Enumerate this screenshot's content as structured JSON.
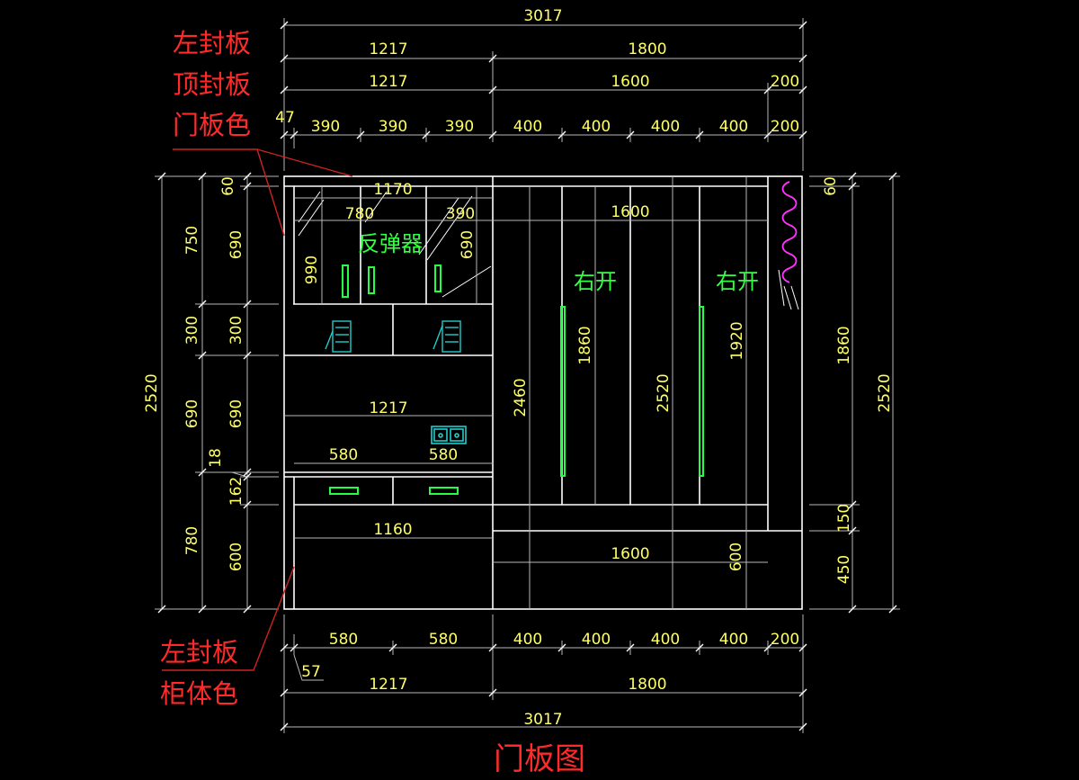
{
  "colors": {
    "background": "#000000",
    "line": "#ffffff",
    "dim_line": "#b8b8b8",
    "dim_text": "#ffff66",
    "label": "#ff2a2a",
    "note": "#33ff44",
    "handle": "#22ff44",
    "socket": "#22cccc",
    "spring": "#ff33ff",
    "leader": "#cc2222"
  },
  "labels": {
    "top_left_1": "左封板",
    "top_left_2": "顶封板",
    "top_left_3": "门板色",
    "bottom_left_1": "左封板",
    "bottom_left_2": "柜体色",
    "rebounder": "反弹器",
    "right_open_1": "右开",
    "right_open_2": "右开",
    "title": "门板图"
  },
  "dims": {
    "top_total": "3017",
    "top_r2_left": "1217",
    "top_r2_right": "1800",
    "top_r3_left": "1217",
    "top_r3_mid": "1600",
    "top_r3_right": "200",
    "top_offset": "47",
    "top_r4": [
      "390",
      "390",
      "390",
      "400",
      "400",
      "400",
      "400",
      "200"
    ],
    "bot_r1": [
      "580",
      "580",
      "400",
      "400",
      "400",
      "400",
      "200"
    ],
    "bot_offset": "57",
    "bot_r2_left": "1217",
    "bot_r2_right": "1800",
    "bot_total": "3017",
    "left_total": "2520",
    "left_a": [
      "750",
      "300",
      "690",
      "780"
    ],
    "left_b": [
      "60",
      "690",
      "300",
      "690",
      "162",
      "600"
    ],
    "left_b_gap": "18",
    "right_total": "2520",
    "right_a": [
      "60",
      "1860",
      "150",
      "450"
    ],
    "in_1170": "1170",
    "in_780": "780",
    "in_390": "390",
    "in_1600_top": "1600",
    "in_690": "690",
    "in_990": "990",
    "in_1217": "1217",
    "in_580_a": "580",
    "in_580_b": "580",
    "in_1160": "1160",
    "in_1600_bot": "1600",
    "in_600": "600",
    "in_2460": "2460",
    "in_1860": "1860",
    "in_2520": "2520",
    "in_1920": "1920"
  }
}
